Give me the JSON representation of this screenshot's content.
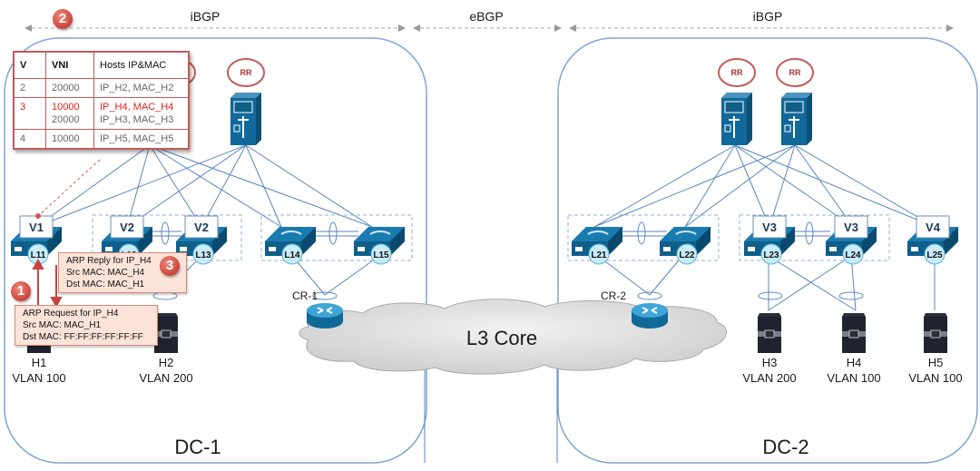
{
  "bgp_labels": {
    "left_ibgp": "iBGP",
    "ebgp": "eBGP",
    "right_ibgp": "iBGP"
  },
  "datacenters": [
    {
      "name": "DC-1"
    },
    {
      "name": "DC-2"
    }
  ],
  "route_reflectors": [
    "RR",
    "RR",
    "RR"
  ],
  "leaves": [
    {
      "id": "L11",
      "vtep": "V1"
    },
    {
      "id": "L12",
      "vtep": "V2"
    },
    {
      "id": "L13",
      "vtep": "V2"
    },
    {
      "id": "L14",
      "vtep": ""
    },
    {
      "id": "L15",
      "vtep": ""
    },
    {
      "id": "L21",
      "vtep": ""
    },
    {
      "id": "L22",
      "vtep": ""
    },
    {
      "id": "L23",
      "vtep": "V3"
    },
    {
      "id": "L24",
      "vtep": "V3"
    },
    {
      "id": "L25",
      "vtep": "V4"
    }
  ],
  "hosts": [
    {
      "name": "H1",
      "vlan": "VLAN 100"
    },
    {
      "name": "H2",
      "vlan": "VLAN 200"
    },
    {
      "name": "H3",
      "vlan": "VLAN 200"
    },
    {
      "name": "H4",
      "vlan": "VLAN 100"
    },
    {
      "name": "H5",
      "vlan": "VLAN 100"
    }
  ],
  "core": {
    "label": "L3 Core",
    "routers": [
      "CR-1",
      "CR-2"
    ]
  },
  "vtep_table": {
    "headers": [
      "V",
      "VNI",
      "Hosts IP&MAC"
    ],
    "rows": [
      {
        "v": "2",
        "vni": [
          "20000"
        ],
        "hosts": [
          "IP_H2, MAC_H2"
        ],
        "highlight": false
      },
      {
        "v": "3",
        "vni": [
          "10000",
          "20000"
        ],
        "hosts": [
          "IP_H4, MAC_H4",
          "IP_H3, MAC_H3"
        ],
        "highlight": true
      },
      {
        "v": "4",
        "vni": [
          "10000"
        ],
        "hosts": [
          "IP_H5, MAC_H5"
        ],
        "highlight": false
      }
    ]
  },
  "steps": [
    {
      "num": "1",
      "lines": [
        "ARP Request for IP_H4",
        "Src MAC: MAC_H1",
        "Dst MAC: FF:FF:FF:FF:FF:FF"
      ]
    },
    {
      "num": "2"
    },
    {
      "num": "3",
      "lines": [
        "ARP Reply for IP_H4",
        "Src MAC: MAC_H4",
        "Dst MAC: MAC_H1"
      ]
    }
  ],
  "colors": {
    "link": "#5b86c0",
    "switch": "#0f5f8a",
    "highlight": "#e0201a",
    "callout_bg": "#fbe3d8",
    "rr_ring": "#c25b5b"
  }
}
